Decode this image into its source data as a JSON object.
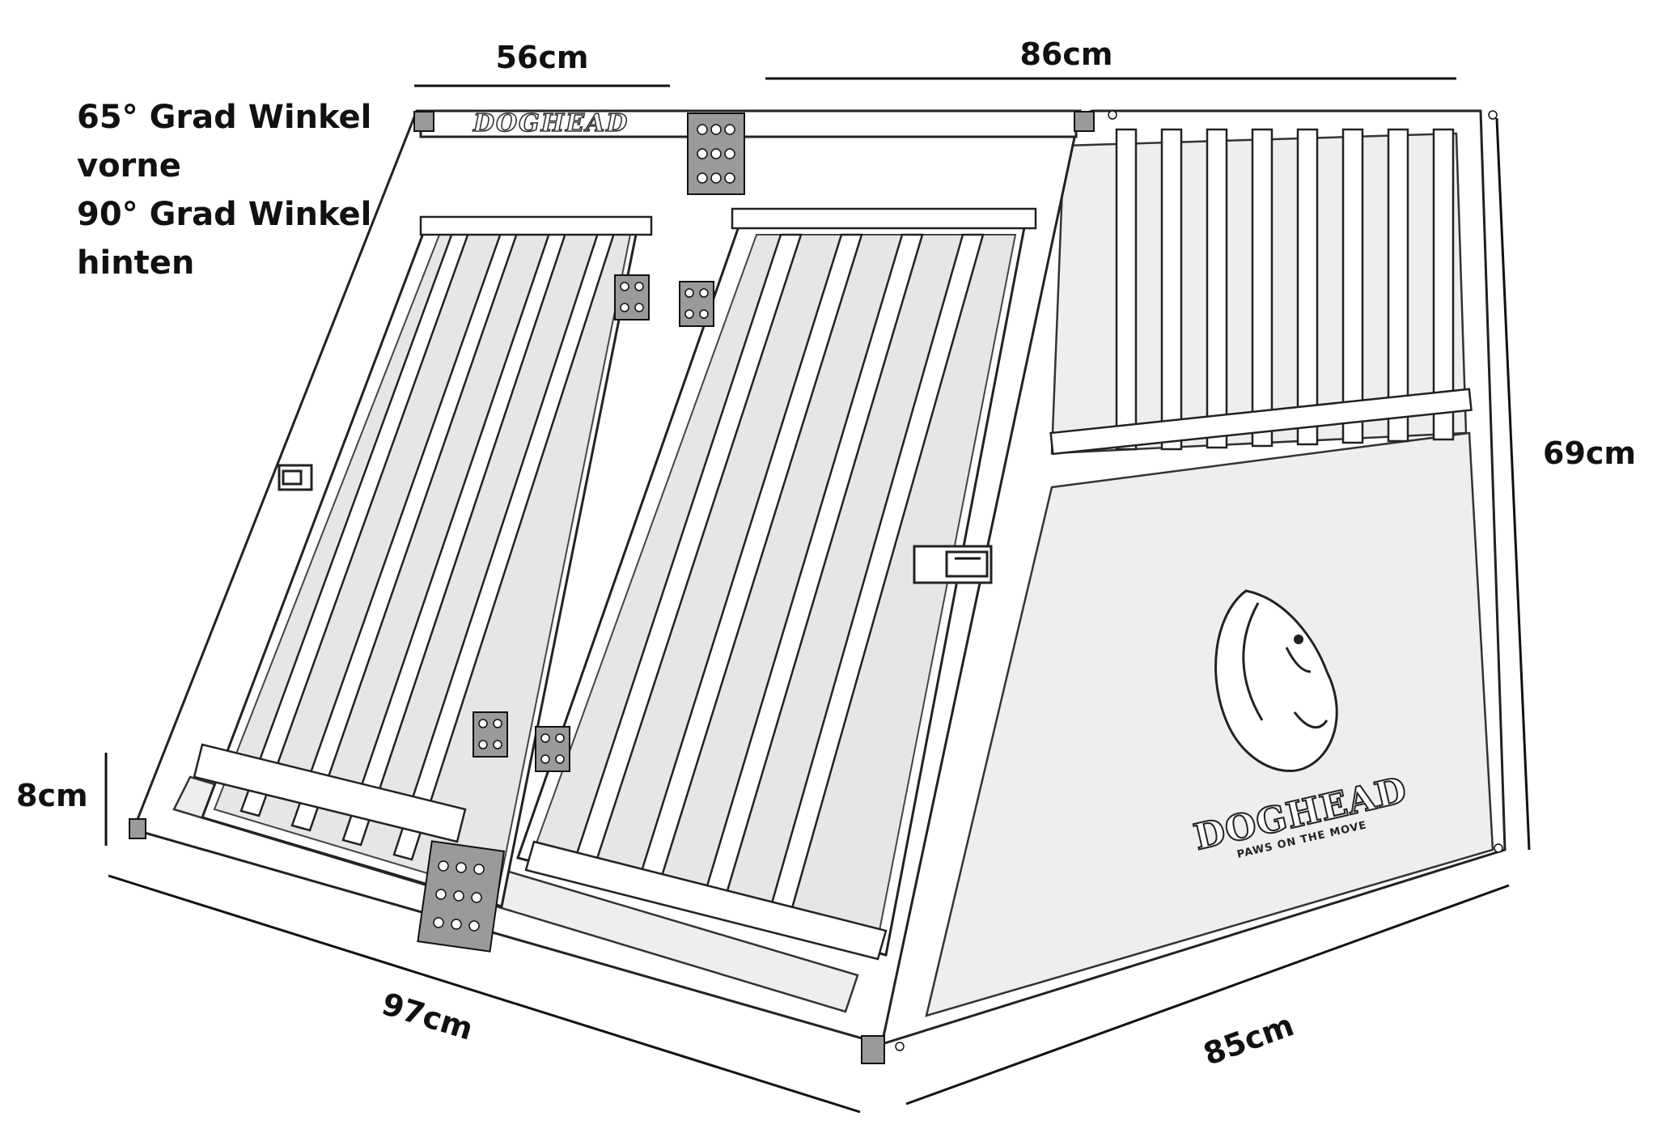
{
  "dimensions": {
    "top_front": "56cm",
    "top_side": "86cm",
    "height": "69cm",
    "base_height": "8cm",
    "bottom_front": "97cm",
    "bottom_side": "85cm"
  },
  "notes": {
    "line1": "65° Grad Winkel",
    "line2": "vorne",
    "line3": "90° Grad Winkel",
    "line4": "hinten"
  },
  "branding": {
    "top_logo": "DOGHEAD",
    "side_logo": "DOGHEAD",
    "side_slogan": "PAWS ON THE MOVE"
  }
}
